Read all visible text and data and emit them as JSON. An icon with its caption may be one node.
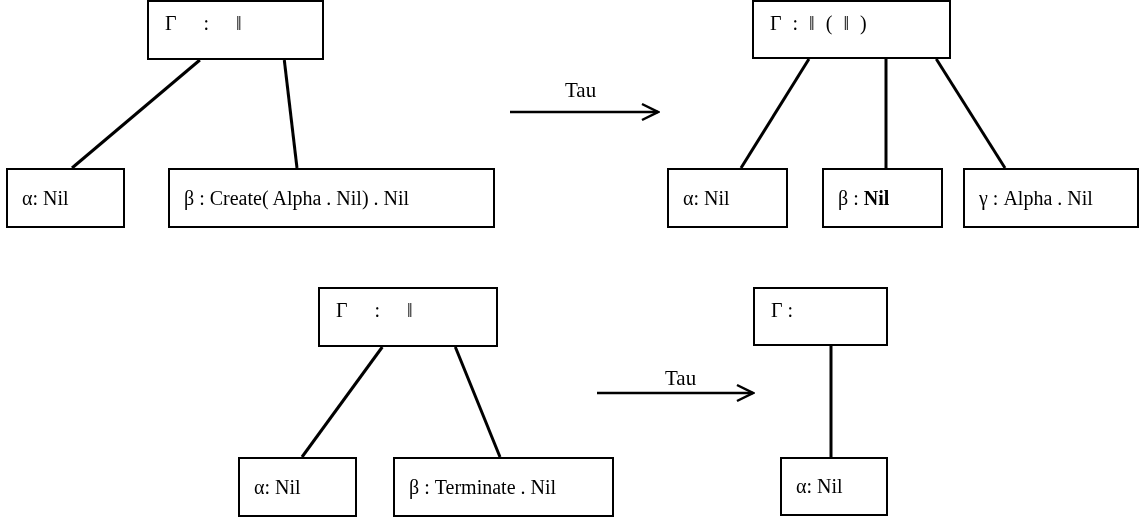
{
  "diagram": {
    "nodes": [
      {
        "text": [
          "Γ : ‖"
        ]
      },
      {
        "text": [
          "α: Nil"
        ]
      },
      {
        "text": [
          "β : Create( Alpha . Nil) . Nil"
        ]
      },
      {
        "text": [
          "Γ : ‖ ( ‖ )"
        ]
      },
      {
        "text": [
          "α: Nil"
        ]
      },
      {
        "text": [
          "β : **Nil**"
        ]
      },
      {
        "text": [
          "γ : Alpha . Nil"
        ]
      },
      {
        "text": [
          "Γ : ‖"
        ]
      },
      {
        "text": [
          "α: Nil"
        ]
      },
      {
        "text": [
          "β : Terminate . Nil"
        ]
      },
      {
        "text": [
          "Γ :"
        ]
      },
      {
        "text": [
          "α: Nil"
        ]
      }
    ],
    "edges": [
      {
        "from": 0,
        "to": 1,
        "arrow": "none"
      },
      {
        "from": 0,
        "to": 2,
        "arrow": "none"
      },
      {
        "from": 3,
        "to": 4,
        "arrow": "none"
      },
      {
        "from": 3,
        "to": 5,
        "arrow": "none"
      },
      {
        "from": 3,
        "to": 6,
        "arrow": "none"
      },
      {
        "from": 7,
        "to": 8,
        "arrow": "none"
      },
      {
        "from": 7,
        "to": 9,
        "arrow": "none"
      },
      {
        "from": 10,
        "to": 11,
        "arrow": "none"
      }
    ],
    "labels": [
      "Tau",
      "Tau"
    ]
  }
}
